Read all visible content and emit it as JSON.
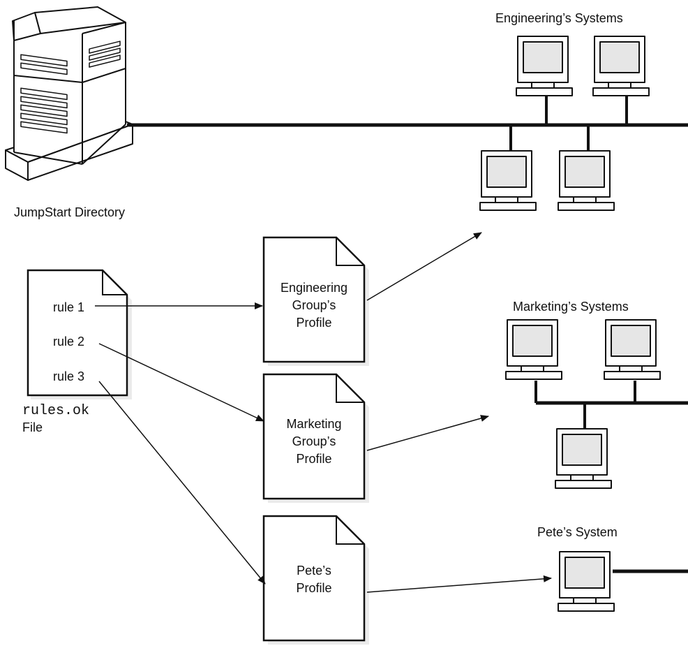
{
  "server": {
    "label": "JumpStart Directory"
  },
  "rules_file": {
    "rules": [
      "rule 1",
      "rule 2",
      "rule 3"
    ],
    "filename": "rules.ok",
    "file_word": "File"
  },
  "profiles": {
    "engineering": [
      "Engineering",
      "Group’s",
      "Profile"
    ],
    "marketing": [
      "Marketing",
      "Group’s",
      "Profile"
    ],
    "pete": [
      "Pete’s",
      "Profile"
    ]
  },
  "systems": {
    "engineering": "Engineering’s Systems",
    "marketing": "Marketing’s Systems",
    "pete": "Pete’s System"
  },
  "colors": {
    "ink": "#111111",
    "paper": "#ffffff",
    "shade": "#e6e6e6"
  }
}
